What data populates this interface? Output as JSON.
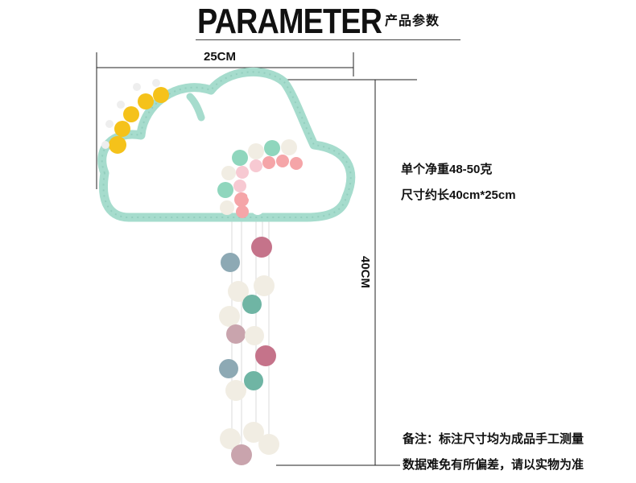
{
  "header": {
    "title": "PARAMETER",
    "subtitle": "产品参数"
  },
  "dimensions": {
    "width_label": "25CM",
    "height_label": "40CM"
  },
  "specs": [
    "单个净重48-50克",
    "尺寸约长40cm*25cm"
  ],
  "note": {
    "line1": "备注：标注尺寸均为成品手工测量",
    "line2": "数据难免有所偏差，请以实物为准"
  },
  "colors": {
    "cloud_rope": "#a6dccd",
    "sun_yellow": "#f5c21a",
    "felt_white": "#f1ede3",
    "felt_pink": "#c5738a",
    "felt_blue": "#8da9b4",
    "felt_teal": "#6fb5a4"
  }
}
